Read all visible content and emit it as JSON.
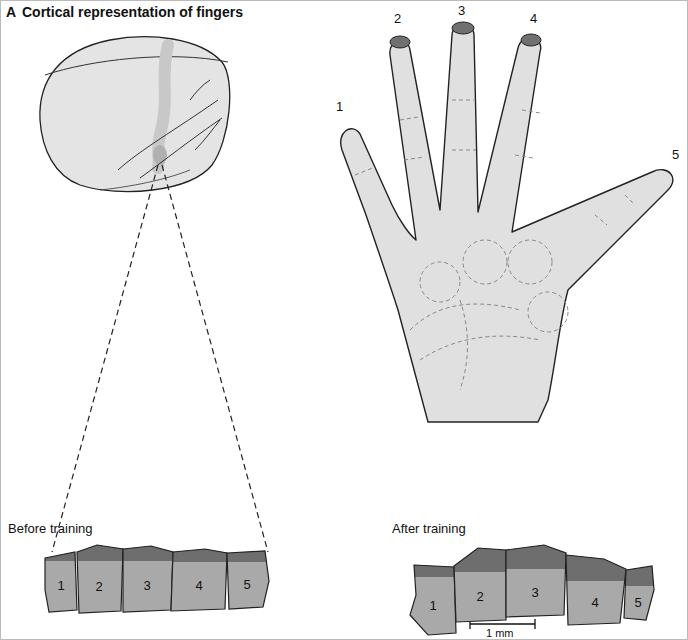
{
  "diagram": {
    "title": "Cortical representation of fingers",
    "nodes": [
      {
        "text": [
          "1"
        ]
      },
      {
        "text": [
          "2"
        ]
      },
      {
        "text": [
          "3"
        ]
      },
      {
        "text": [
          "4"
        ]
      },
      {
        "text": [
          "5"
        ]
      },
      {
        "text": [
          "1"
        ]
      },
      {
        "text": [
          "2"
        ]
      },
      {
        "text": [
          "3"
        ]
      },
      {
        "text": [
          "4"
        ]
      },
      {
        "text": [
          "5"
        ]
      }
    ],
    "labels": [
      "A",
      "Before training",
      "After training",
      "1 mm",
      "1",
      "2",
      "3",
      "4",
      "5"
    ]
  }
}
